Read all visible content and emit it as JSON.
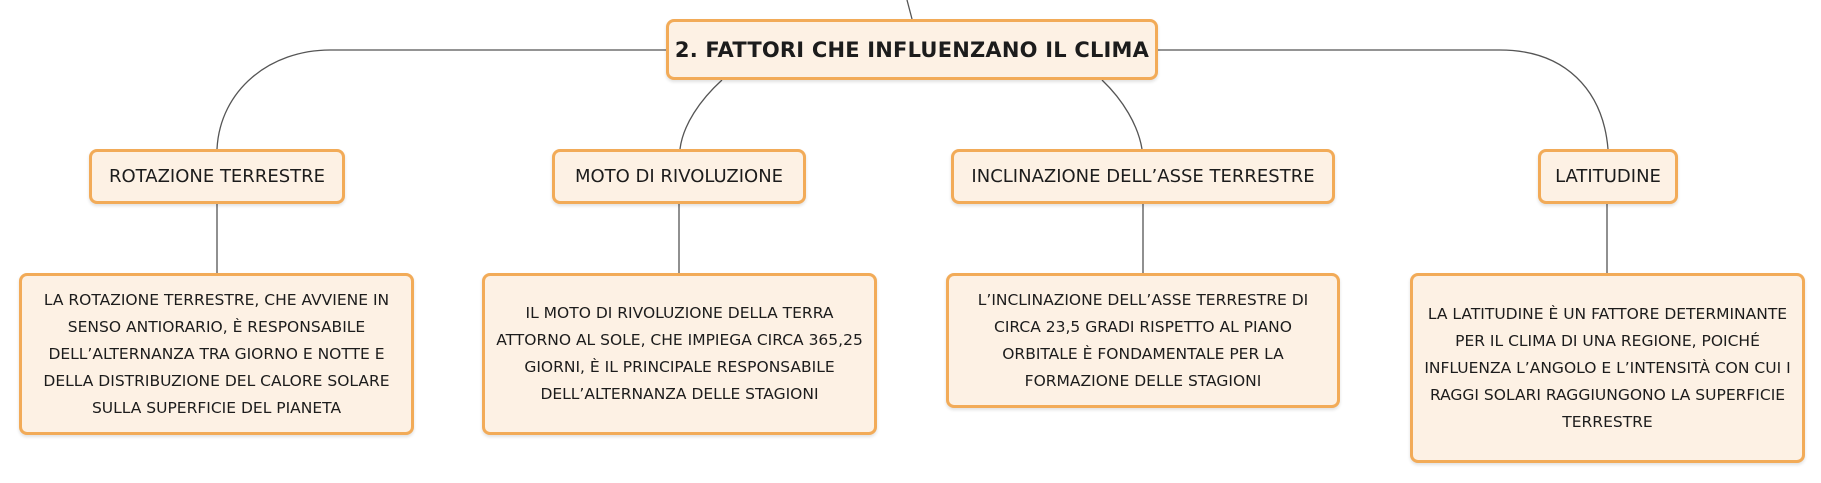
{
  "root": {
    "label": "2. FATTORI CHE INFLUENZANO IL CLIMA"
  },
  "topics": [
    {
      "label": "ROTAZIONE TERRESTRE",
      "description": "LA ROTAZIONE TERRESTRE, CHE AVVIENE IN SENSO ANTIORARIO, È RESPONSABILE DELL’ALTERNANZA TRA GIORNO E NOTTE E DELLA DISTRIBUZIONE DEL CALORE SOLARE SULLA SUPERFICIE DEL PIANETA"
    },
    {
      "label": "MOTO DI RIVOLUZIONE",
      "description": "IL MOTO DI RIVOLUZIONE DELLA TERRA ATTORNO AL SOLE, CHE IMPIEGA CIRCA 365,25 GIORNI, È IL PRINCIPALE RESPONSABILE DELL’ALTERNANZA DELLE STAGIONI"
    },
    {
      "label": "INCLINAZIONE DELL’ASSE TERRESTRE",
      "description": "L’INCLINAZIONE DELL’ASSE TERRESTRE DI CIRCA 23,5 GRADI RISPETTO AL PIANO ORBITALE È FONDAMENTALE PER LA FORMAZIONE DELLE STAGIONI"
    },
    {
      "label": "LATITUDINE",
      "description": "LA LATITUDINE È UN FATTORE DETERMINANTE PER IL CLIMA DI UNA REGIONE, POICHÉ INFLUENZA L’ANGOLO E L’INTENSITÀ CON CUI I RAGGI SOLARI RAGGIUNGONO LA SUPERFICIE TERRESTRE"
    }
  ],
  "colors": {
    "node_fill": "#fdf1e4",
    "node_border": "#f2ab58",
    "connector": "#555555"
  }
}
